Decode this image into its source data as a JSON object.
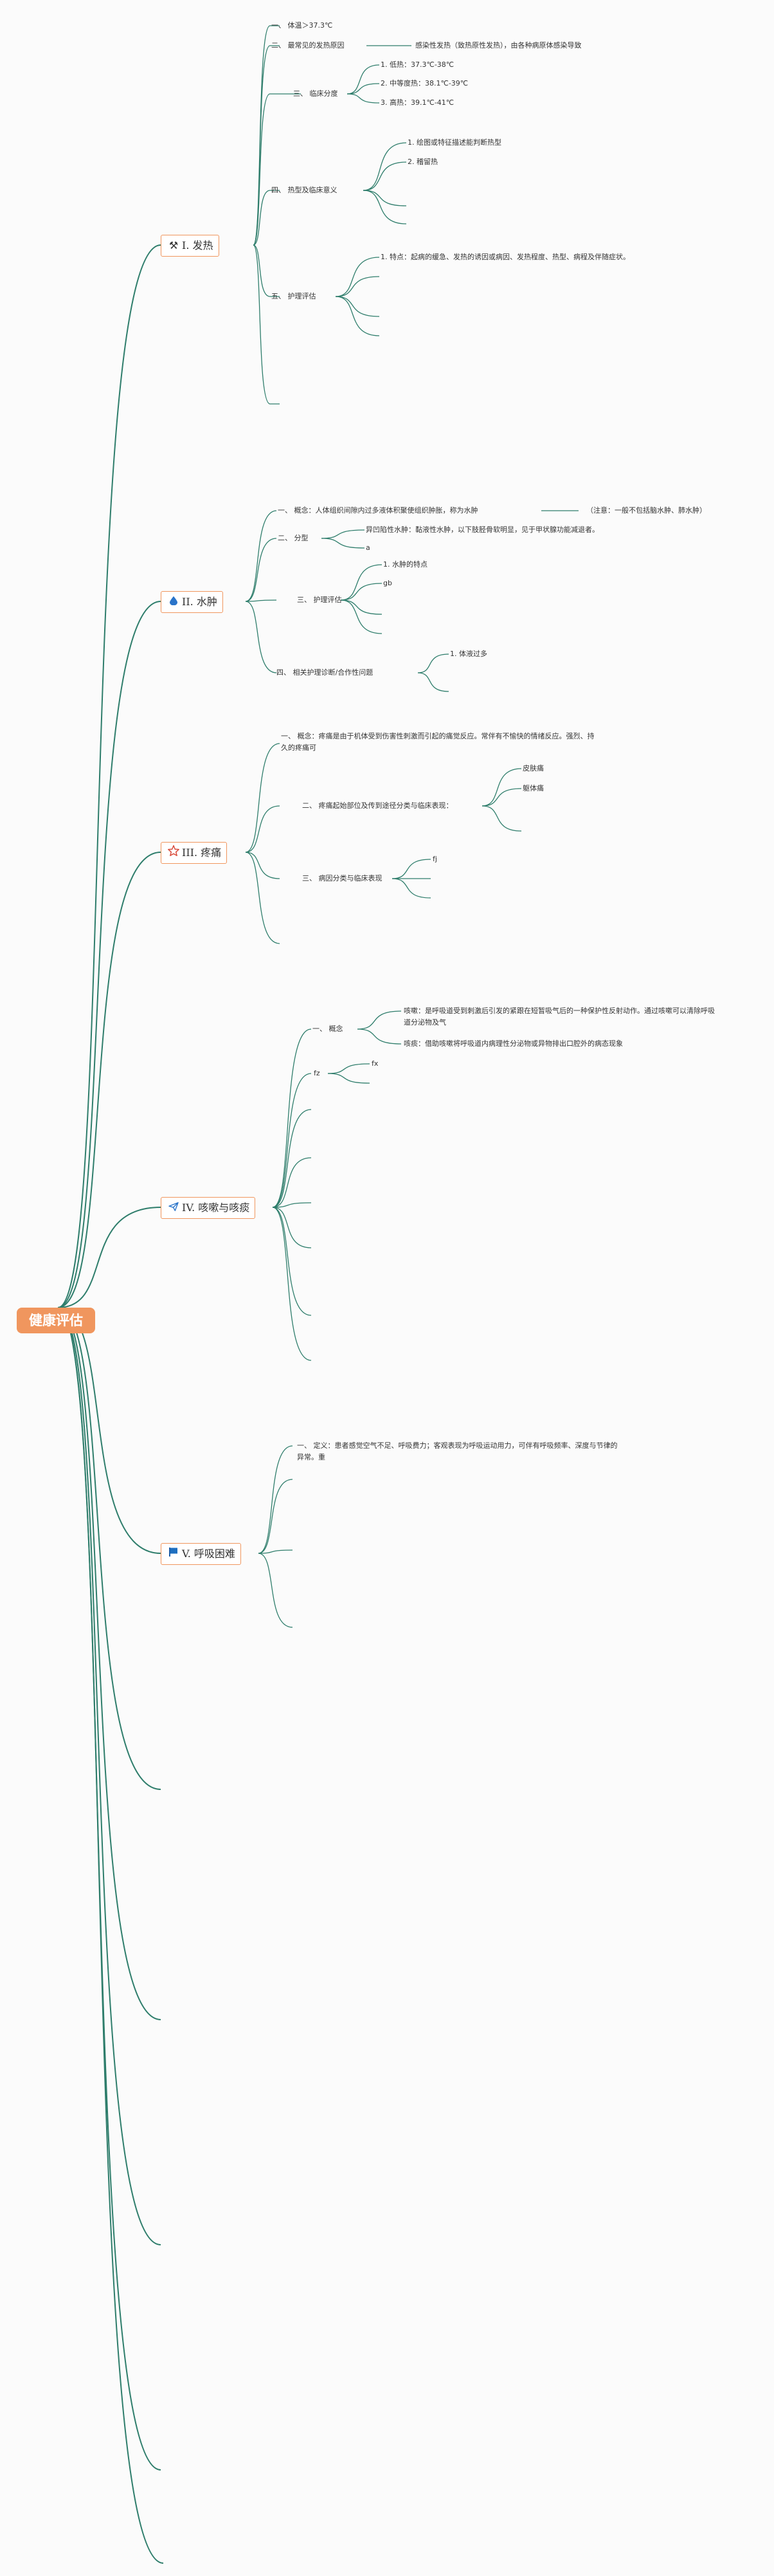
{
  "root": "健康评估",
  "icons": {
    "fever": "tools-icon",
    "edema": "drop-icon",
    "pain": "star-icon",
    "cough": "send-icon",
    "dyspnea": "flag-icon"
  },
  "colors": {
    "line": "#2e7d6b",
    "accent": "#f0965e",
    "background": "#fbfbfb"
  },
  "fever": {
    "title": "I. 发热",
    "n1": "一、 体温＞37.3℃",
    "n2": "二、 最常见的发热原因",
    "n2a": "感染性发热（致热原性发热），由各种病原体感染导致",
    "n3": "三、 临床分度",
    "n3a": "1. 低热：37.3℃-38℃",
    "n3b": "2. 中等度热：38.1℃-39℃",
    "n3c": "3. 高热：39.1℃-41℃",
    "n4": "四、 热型及临床意义",
    "n4a": "1. 绘图或特征描述能判断热型",
    "n4b": "2. 稽留热",
    "n5": "五、 护理评估",
    "n5a": "1. 特点：起病的缓急、发热的诱因或病因、发热程度、热型、病程及伴随症状。"
  },
  "edema": {
    "title": "II. 水肿",
    "n1": "一、 概念：人体组织间隙内过多液体积聚使组织肿胀，称为水肿",
    "n1a": "（注意：一般不包括脑水肿、肺水肿）",
    "n2": "二、 分型",
    "n2a": "异凹陷性水肿：黏液性水肿，以下肢胫骨软明显，见于甲状腺功能减退者。",
    "n2b": "a",
    "n3": "三、 护理评估",
    "n3a": "1. 水肿的特点",
    "n3b": "gb",
    "n4": "四、 相关护理诊断/合作性问题",
    "n4a": "1. 体液过多"
  },
  "pain": {
    "title": "III. 疼痛",
    "n1": "一、 概念：疼痛是由于机体受到伤害性刺激而引起的痛觉反应。常伴有不愉快的情绪反应。强烈、持久的疼痛可",
    "n2": "二、 疼痛起始部位及传到途径分类与临床表现：",
    "n2a": "皮肤痛",
    "n2b": "躯体痛",
    "n3": "三、 病因分类与临床表现",
    "n3a": "fj"
  },
  "cough": {
    "title": "IV. 咳嗽与咳痰",
    "n1": "一、 概念",
    "n1a": "咳嗽：是呼吸道受到刺激后引发的紧跟在短暂吸气后的一种保护性反射动作。通过咳嗽可以清除呼吸道分泌物及气",
    "n1b": "咳痰：借助咳嗽将呼吸道内病理性分泌物或异物排出口腔外的病态现象",
    "n2": "fz",
    "n2a": "fx"
  },
  "dyspnea": {
    "title": "V. 呼吸困难",
    "n1": "一、 定义：患者感觉空气不足、呼吸费力；客观表现为呼吸运动用力，可伴有呼吸频率、深度与节律的异常。重"
  }
}
